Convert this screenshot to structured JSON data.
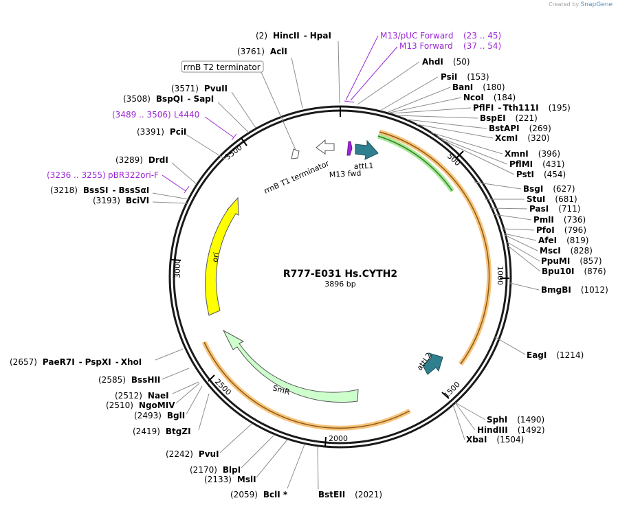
{
  "credit": {
    "prefix": "Created by",
    "brand": "SnapGene"
  },
  "plasmid": {
    "name": "R777-E031 Hs.CYTH2",
    "length": "3896 bp"
  },
  "ticks": [
    "500",
    "1000",
    "1500",
    "2000",
    "2500",
    "3000",
    "3500"
  ],
  "features": {
    "attL1": "attL1",
    "attL2": "attL2",
    "m13fwd": "M13 fwd",
    "rrnb_t1": "rrnB T1 terminator",
    "rrnb_t2": "rrnB T2 terminator",
    "ori": "ori",
    "smr": "SmR"
  },
  "sites": [
    {
      "names": [
        "HincII",
        "HpaI"
      ],
      "pos": "(2)",
      "side": "left"
    },
    {
      "names": [
        "AclI"
      ],
      "pos": "(3761)",
      "side": "left"
    },
    {
      "names": [
        "PvuII"
      ],
      "pos": "(3571)",
      "side": "left"
    },
    {
      "names": [
        "BspQI",
        "SapI"
      ],
      "pos": "(3508)",
      "side": "left"
    },
    {
      "names": [
        "PciI"
      ],
      "pos": "(3391)",
      "side": "left"
    },
    {
      "names": [
        "DrdI"
      ],
      "pos": "(3289)",
      "side": "left"
    },
    {
      "names": [
        "BssSI",
        "BssSαI"
      ],
      "pos": "(3218)",
      "side": "left"
    },
    {
      "names": [
        "BciVI"
      ],
      "pos": "(3193)",
      "side": "left"
    },
    {
      "names": [
        "PaeR7I",
        "PspXI",
        "XhoI"
      ],
      "pos": "(2657)",
      "side": "left"
    },
    {
      "names": [
        "BssHII"
      ],
      "pos": "(2585)",
      "side": "left"
    },
    {
      "names": [
        "NaeI"
      ],
      "pos": "(2512)",
      "side": "left"
    },
    {
      "names": [
        "NgoMIV"
      ],
      "pos": "(2510)",
      "side": "left"
    },
    {
      "names": [
        "BglI"
      ],
      "pos": "(2493)",
      "side": "left"
    },
    {
      "names": [
        "BtgZI"
      ],
      "pos": "(2419)",
      "side": "left"
    },
    {
      "names": [
        "PvuI"
      ],
      "pos": "(2242)",
      "side": "left"
    },
    {
      "names": [
        "BlpI"
      ],
      "pos": "(2170)",
      "side": "left"
    },
    {
      "names": [
        "MslI"
      ],
      "pos": "(2133)",
      "side": "left"
    },
    {
      "names": [
        "BclI *"
      ],
      "pos": "(2059)",
      "side": "left"
    },
    {
      "names": [
        "BstEII"
      ],
      "pos": "(2021)",
      "side": "right"
    },
    {
      "names": [
        "AhdI"
      ],
      "pos": "(50)",
      "side": "right"
    },
    {
      "names": [
        "PsiI"
      ],
      "pos": "(153)",
      "side": "right"
    },
    {
      "names": [
        "BanI"
      ],
      "pos": "(180)",
      "side": "right"
    },
    {
      "names": [
        "NcoI"
      ],
      "pos": "(184)",
      "side": "right"
    },
    {
      "names": [
        "PflFI",
        "Tth111I"
      ],
      "pos": "(195)",
      "side": "right"
    },
    {
      "names": [
        "BspEI"
      ],
      "pos": "(221)",
      "side": "right"
    },
    {
      "names": [
        "BstAPI"
      ],
      "pos": "(269)",
      "side": "right"
    },
    {
      "names": [
        "XcmI"
      ],
      "pos": "(320)",
      "side": "right"
    },
    {
      "names": [
        "XmnI"
      ],
      "pos": "(396)",
      "side": "right"
    },
    {
      "names": [
        "PflMI"
      ],
      "pos": "(431)",
      "side": "right"
    },
    {
      "names": [
        "PstI"
      ],
      "pos": "(454)",
      "side": "right"
    },
    {
      "names": [
        "BsgI"
      ],
      "pos": "(627)",
      "side": "right"
    },
    {
      "names": [
        "StuI"
      ],
      "pos": "(681)",
      "side": "right"
    },
    {
      "names": [
        "PasI"
      ],
      "pos": "(711)",
      "side": "right"
    },
    {
      "names": [
        "PmlI"
      ],
      "pos": "(736)",
      "side": "right"
    },
    {
      "names": [
        "PfoI"
      ],
      "pos": "(796)",
      "side": "right"
    },
    {
      "names": [
        "AfeI"
      ],
      "pos": "(819)",
      "side": "right"
    },
    {
      "names": [
        "MscI"
      ],
      "pos": "(828)",
      "side": "right"
    },
    {
      "names": [
        "PpuMI"
      ],
      "pos": "(857)",
      "side": "right"
    },
    {
      "names": [
        "Bpu10I"
      ],
      "pos": "(876)",
      "side": "right"
    },
    {
      "names": [
        "BmgBI"
      ],
      "pos": "(1012)",
      "side": "right"
    },
    {
      "names": [
        "EagI"
      ],
      "pos": "(1214)",
      "side": "right"
    },
    {
      "names": [
        "SphI"
      ],
      "pos": "(1490)",
      "side": "right"
    },
    {
      "names": [
        "HindIII"
      ],
      "pos": "(1492)",
      "side": "right"
    },
    {
      "names": [
        "XbaI"
      ],
      "pos": "(1504)",
      "side": "right"
    }
  ],
  "primers": [
    {
      "name": "M13/pUC Forward",
      "range": "(23 .. 45)"
    },
    {
      "name": "M13 Forward",
      "range": "(37 .. 54)"
    },
    {
      "name": "L4440",
      "range": "(3489 .. 3506)"
    },
    {
      "name": "pBR322ori-F",
      "range": "(3236 .. 3255)"
    }
  ],
  "colors": {
    "primer": "#9b26d6",
    "ori": "#ffff00",
    "smr": "#ccffcc",
    "att": "#2f7f8f",
    "orange": "#f7c47a",
    "green": "#a8e89a"
  }
}
